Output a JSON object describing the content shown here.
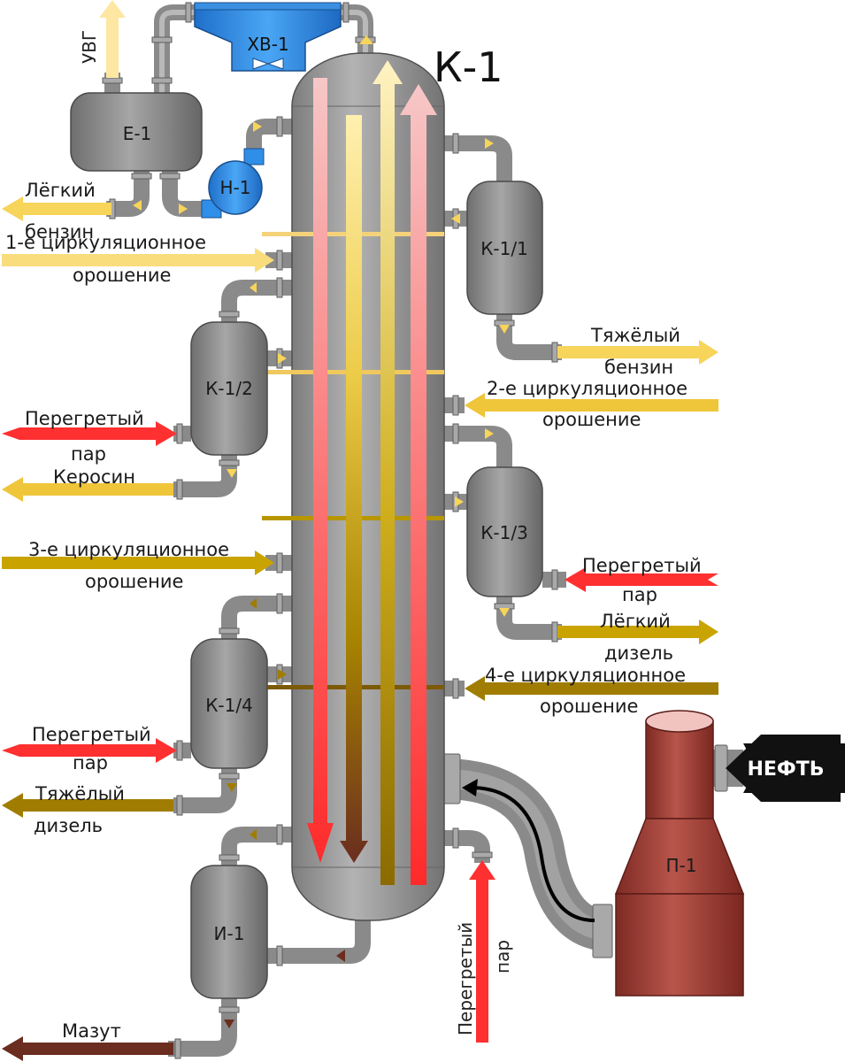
{
  "colors": {
    "vapor_light": "#fde7a2",
    "naphtha": "#f7d45a",
    "kerosene": "#efc53a",
    "diesel_light": "#c9a400",
    "diesel_heavy": "#a07d00",
    "mazut": "#6a2d1f",
    "steam": "#ff3030",
    "furnace": "#a33b33",
    "oil": "#111111",
    "condenser": "#2f8fe8",
    "vessel": "#8c8c8c"
  },
  "icons": {
    "fan": "fan-icon",
    "pump": "pump-icon"
  },
  "column": {
    "name": "К-1"
  },
  "equipment": {
    "condenser": "ХВ-1",
    "reflux_drum": "Е-1",
    "pump": "Н-1",
    "stripper_1": "К-1/1",
    "stripper_2": "К-1/2",
    "stripper_3": "К-1/3",
    "stripper_4": "К-1/4",
    "evaporator": "И-1",
    "furnace": "П-1"
  },
  "streams": {
    "uvg": "УВГ",
    "light_naphtha": [
      "Лёгкий",
      "бензин"
    ],
    "circ_1": [
      "1-е циркуляционное",
      "орошение"
    ],
    "heavy_naphtha": [
      "Тяжёлый",
      "бензин"
    ],
    "circ_2": [
      "2-е циркуляционное",
      "орошение"
    ],
    "steam_k12": [
      "Перегретый",
      "пар"
    ],
    "kerosene": "Керосин",
    "circ_3": [
      "3-е циркуляционное",
      "орошение"
    ],
    "steam_k13": [
      "Перегретый",
      "пар"
    ],
    "light_diesel": [
      "Лёгкий",
      "дизель"
    ],
    "circ_4": [
      "4-е циркуляционное",
      "орошение"
    ],
    "steam_k14": [
      "Перегретый",
      "пар"
    ],
    "heavy_diesel": [
      "Тяжёлый",
      "дизель"
    ],
    "steam_bottom": [
      "Перегретый",
      "пар"
    ],
    "oil_feed": "НЕФТЬ",
    "mazut": "Мазут"
  }
}
